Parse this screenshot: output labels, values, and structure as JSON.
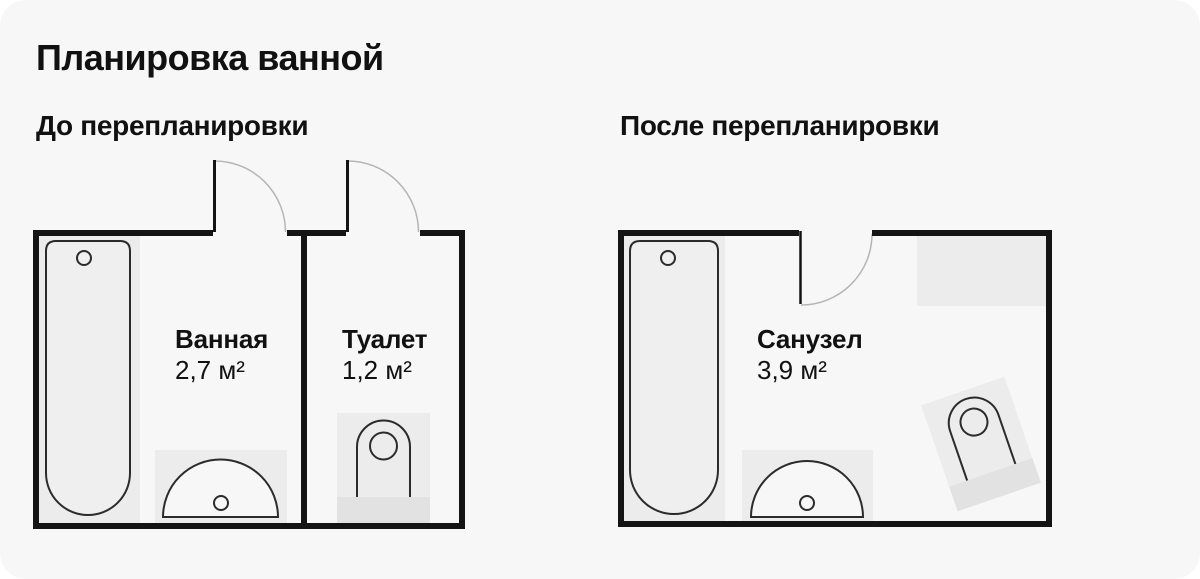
{
  "page": {
    "title": "Планировка ванной"
  },
  "plans": {
    "before": {
      "section_title": "До перепланировки",
      "rooms": [
        {
          "name": "Ванная",
          "area": "2,7 м²"
        },
        {
          "name": "Туалет",
          "area": "1,2 м²"
        }
      ],
      "fixtures": [
        "bathtub",
        "sink",
        "toilet"
      ],
      "doors": "2"
    },
    "after": {
      "section_title": "После перепланировки",
      "rooms": [
        {
          "name": "Санузел",
          "area": "3,9 м²"
        }
      ],
      "fixtures": [
        "bathtub",
        "sink",
        "toilet",
        "cabinet"
      ],
      "doors": "1"
    }
  },
  "colors": {
    "card_bg": "#f7f7f7",
    "wall": "#141414",
    "fixture_zone": "#ececec",
    "tank_strip": "#e2e2e2",
    "fixture_stroke": "#2b2b2b",
    "door_arc": "#b5b5b5",
    "text": "#111111"
  }
}
